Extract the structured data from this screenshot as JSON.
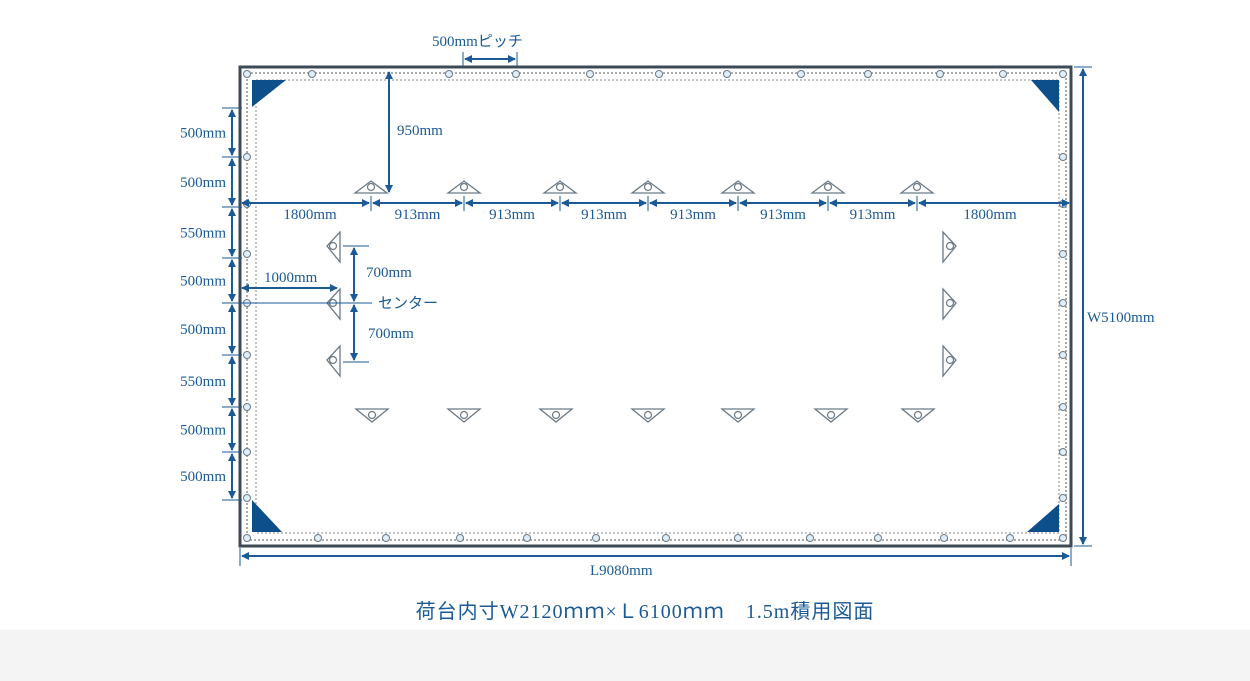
{
  "pitch_label": "500mmピッチ",
  "top_offset_label": "950mm",
  "horizontal_dims": [
    "1800mm",
    "913mm",
    "913mm",
    "913mm",
    "913mm",
    "913mm",
    "913mm",
    "1800mm"
  ],
  "left_dims": [
    "500mm",
    "500mm",
    "550mm",
    "500mm",
    "500mm",
    "550mm",
    "500mm",
    "500mm"
  ],
  "side_offset_label": "1000mm",
  "upper_spacing_label": "700mm",
  "lower_spacing_label": "700mm",
  "center_label": "センター",
  "width_label": "W5100mm",
  "length_label": "L9080mm",
  "title": "荷台内寸W2120ｍｍ×Ｌ6100ｍｍ　1.5m積用図面",
  "colors": {
    "accent": "#1b5a96",
    "corner": "#0d4f8b",
    "grommet": "#dfeefa"
  }
}
